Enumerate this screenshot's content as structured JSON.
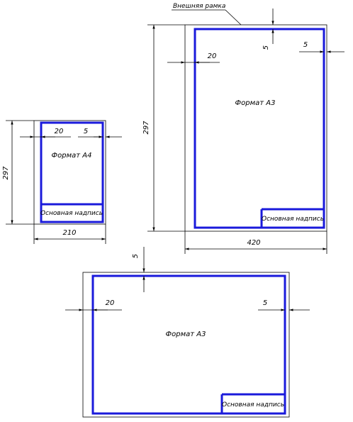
{
  "labels": {
    "outer_frame": "Внешняя рамка",
    "format_a4": "Формат А4",
    "format_a3": "Формат А3",
    "title_block": "Основная надпись"
  },
  "dims": {
    "a4_margin_left": "20",
    "a4_margin_right": "5",
    "a4_height": "297",
    "a4_width": "210",
    "a3v_margin_left": "20",
    "a3v_margin_top": "5",
    "a3v_margin_right": "5",
    "a3v_height": "297",
    "a3v_width": "420",
    "a3h_margin_top": "5",
    "a3h_margin_left": "20",
    "a3h_margin_right": "5"
  },
  "colors": {
    "frame": "#1a1adb",
    "line": "#000000"
  }
}
